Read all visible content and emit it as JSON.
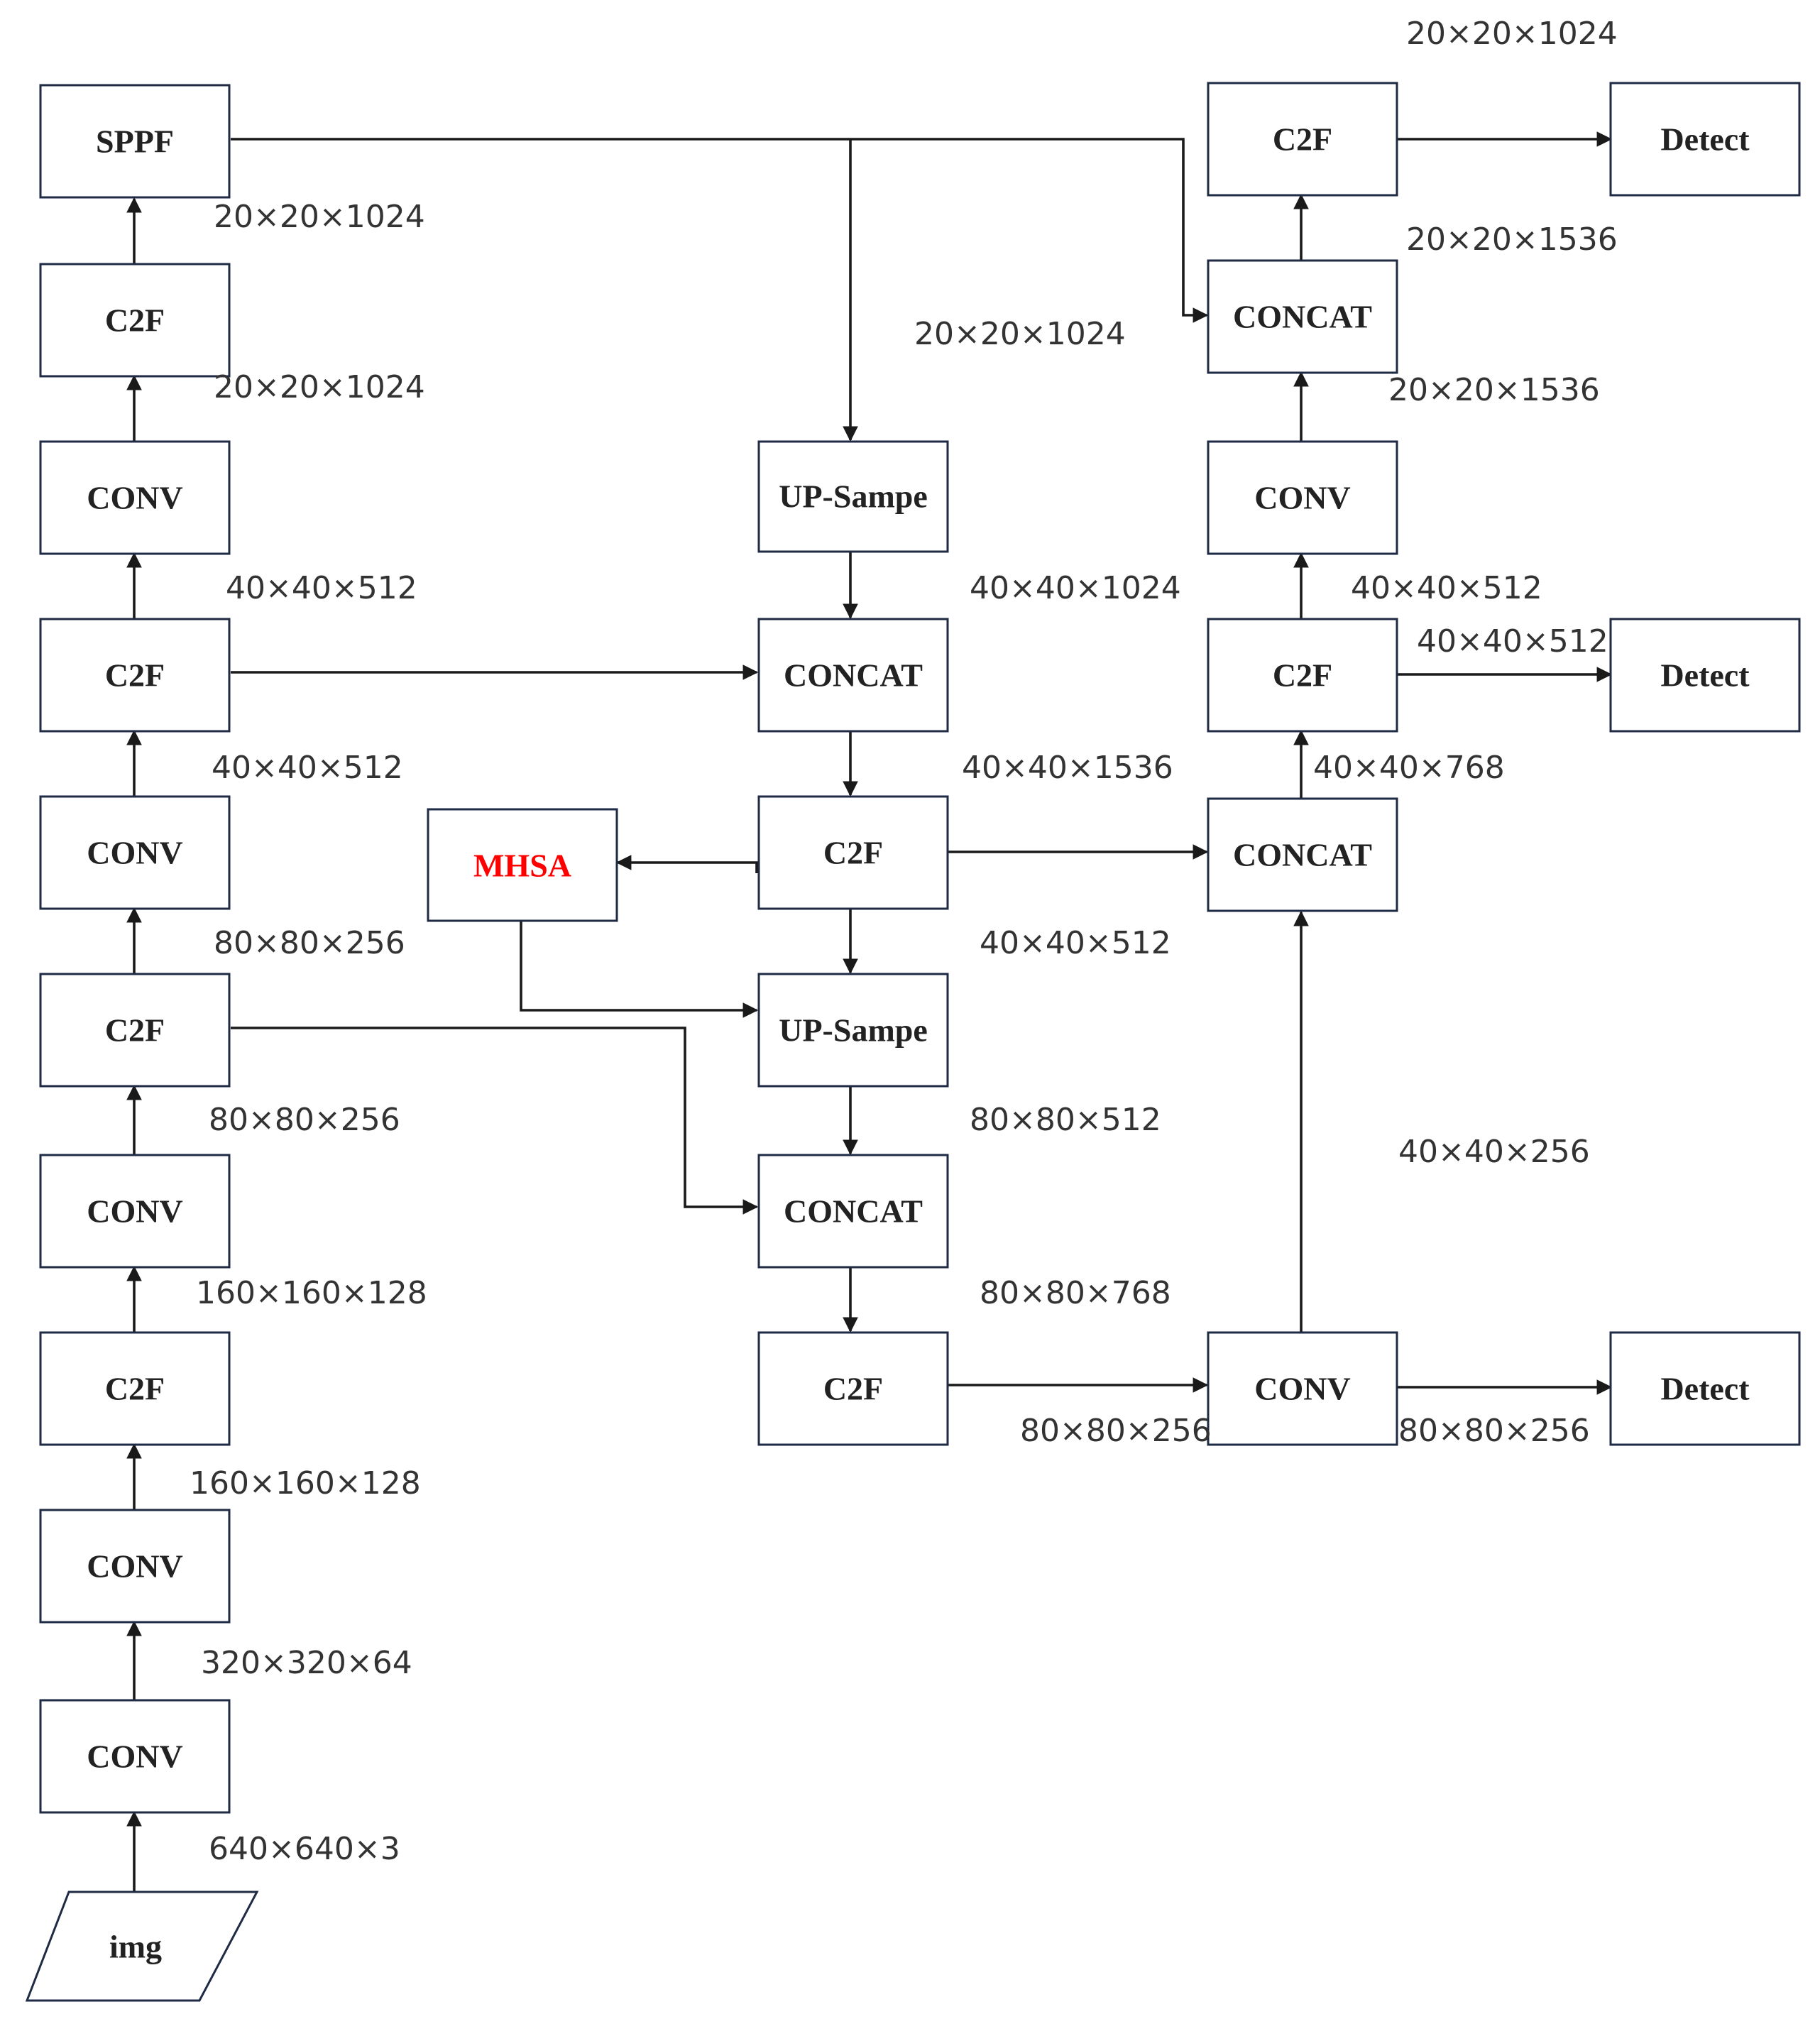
{
  "colors": {
    "box_stroke": "#1f2a44",
    "edge": "#1a1a1a",
    "highlight_text": "#ff0000",
    "label_text": "#333333"
  },
  "nodes": {
    "img": "img",
    "b_conv1": "CONV",
    "b_conv2": "CONV",
    "b_c2f1": "C2F",
    "b_conv3": "CONV",
    "b_c2f2": "C2F",
    "b_conv4": "CONV",
    "b_c2f3": "C2F",
    "b_conv5": "CONV",
    "b_c2f4": "C2F",
    "b_sppf": "SPPF",
    "m_up1": "UP-Sampe",
    "m_cat1": "CONCAT",
    "m_c2f1": "C2F",
    "mhsa": "MHSA",
    "m_up2": "UP-Sampe",
    "m_cat2": "CONCAT",
    "m_c2f2": "C2F",
    "r_conv1": "CONV",
    "r_cat1": "CONCAT",
    "r_c2f1": "C2F",
    "r_conv2": "CONV",
    "r_cat2": "CONCAT",
    "r_c2f2": "C2F",
    "det_top": "Detect",
    "det_mid": "Detect",
    "det_bot": "Detect"
  },
  "dims": {
    "d_img": "640×640×3",
    "d_conv1": "320×320×64",
    "d_conv2": "160×160×128",
    "d_c2f1": "160×160×128",
    "d_conv3": "80×80×256",
    "d_c2f2": "80×80×256",
    "d_conv4": "40×40×512",
    "d_c2f3": "40×40×512",
    "d_conv5": "20×20×1024",
    "d_c2f4": "20×20×1024",
    "d_sppf_down": "20×20×1024",
    "d_up1": "40×40×1024",
    "d_cat1": "40×40×1536",
    "d_mc2f1": "40×40×512",
    "d_up2": "80×80×512",
    "d_cat2": "80×80×768",
    "d_mc2f2": "80×80×256",
    "d_rconv1_up": "40×40×256",
    "d_rconv1_det": "80×80×256",
    "d_rcat1": "40×40×768",
    "d_rc2f1_up": "40×40×512",
    "d_rc2f1_det": "40×40×512",
    "d_rconv2": "20×20×1536",
    "d_rcat2": "20×20×1536",
    "d_rc2f2": "20×20×1024"
  }
}
